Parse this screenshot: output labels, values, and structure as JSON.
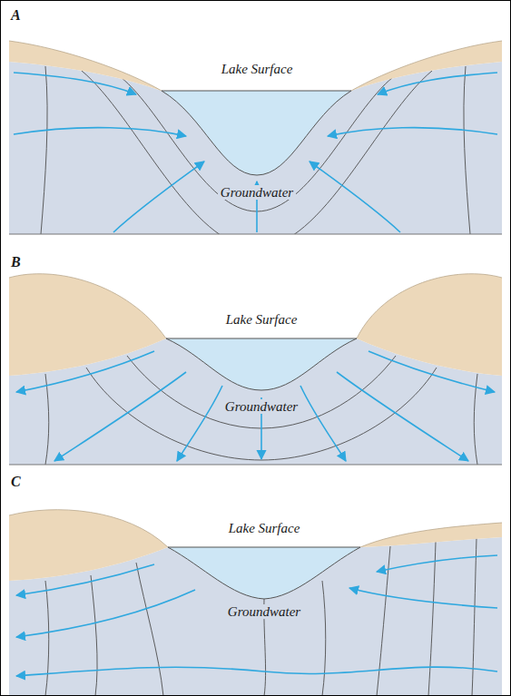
{
  "diagram": {
    "labels": [
      "A",
      "Lake Surface",
      "Groundwater",
      "B",
      "Lake Surface",
      "Groundwater",
      "C",
      "Lake Surface",
      "Groundwater"
    ]
  }
}
